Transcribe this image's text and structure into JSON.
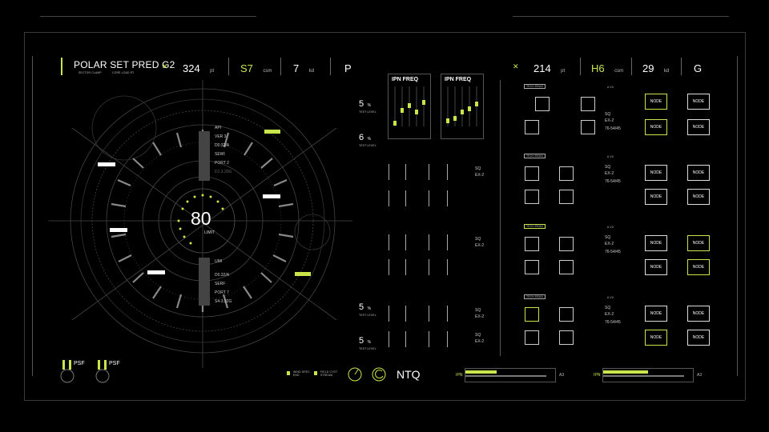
{
  "header_left": {
    "title": "POLAR SET PRED G2",
    "sub1": "SECTOR CLAMP",
    "sub2": "CORE LOAD RT",
    "stats": [
      {
        "value": "324",
        "unit": "pt"
      },
      {
        "value": "S7",
        "unit": "csm"
      },
      {
        "value": "7",
        "unit": "kd"
      },
      {
        "value": "P",
        "unit": ""
      }
    ]
  },
  "header_right": {
    "stats": [
      {
        "value": "214",
        "unit": "pt"
      },
      {
        "value": "H6",
        "unit": "csm"
      },
      {
        "value": "29",
        "unit": "kd"
      },
      {
        "value": "G",
        "unit": ""
      }
    ]
  },
  "dial": {
    "value": "80",
    "label": "LIMIT",
    "upper_info": [
      "API",
      "VER 3",
      "D0.32/A",
      "SEWI",
      "PORT 2",
      "D1.3.20G"
    ],
    "lower_info": [
      "UMI",
      "D0.32/A",
      "SERF",
      "PORT 7",
      "S4-3.32G"
    ]
  },
  "levels": [
    {
      "value": "5",
      "unit": "%",
      "label": "TEST LEVEL"
    },
    {
      "value": "6",
      "unit": "%",
      "label": "TEST LEVEL"
    },
    {
      "value": "5",
      "unit": "%",
      "label": "TEST LEVEL"
    },
    {
      "value": "5",
      "unit": "%",
      "label": "TEST LEVEL"
    }
  ],
  "freq_panels": [
    "IPN FREQ",
    "IPN FREQ"
  ],
  "sq_labels": [
    "SQ",
    "EX-2",
    "SQ",
    "EX-2",
    "SQ",
    "EX-2",
    "SQ",
    "EX-2"
  ],
  "node_rows": [
    {
      "tag": "TECH READ",
      "title": "A VII",
      "sq": "SQ",
      "ex": "EX-2",
      "code": "76-54/45"
    },
    {
      "tag": "TECH READ",
      "title": "A VII",
      "sq": "SQ",
      "ex": "EX-2",
      "code": "76-54/45"
    },
    {
      "tag": "TECH READ",
      "title": "A VII",
      "sq": "SQ",
      "ex": "EX-2",
      "code": "76-54/45"
    },
    {
      "tag": "TECH READ",
      "title": "A VII",
      "sq": "SQ",
      "ex": "EX-2",
      "code": "76-54/45"
    }
  ],
  "node_label": "NODE",
  "footer": {
    "psf1": "PSF",
    "psf2": "PSF",
    "legend1": "WIND SPEC END",
    "legend2": "FIELD CYST STREAM",
    "ntq": "NTQ",
    "bar1_label": "IPN",
    "bar1_end": "A3",
    "bar1_progress": 0.35,
    "bar2_label": "IPN",
    "bar2_end": "A3",
    "bar2_progress": 0.5
  },
  "colors": {
    "accent": "#c8e64b",
    "bg": "#000000",
    "line": "#3a3a3a"
  }
}
